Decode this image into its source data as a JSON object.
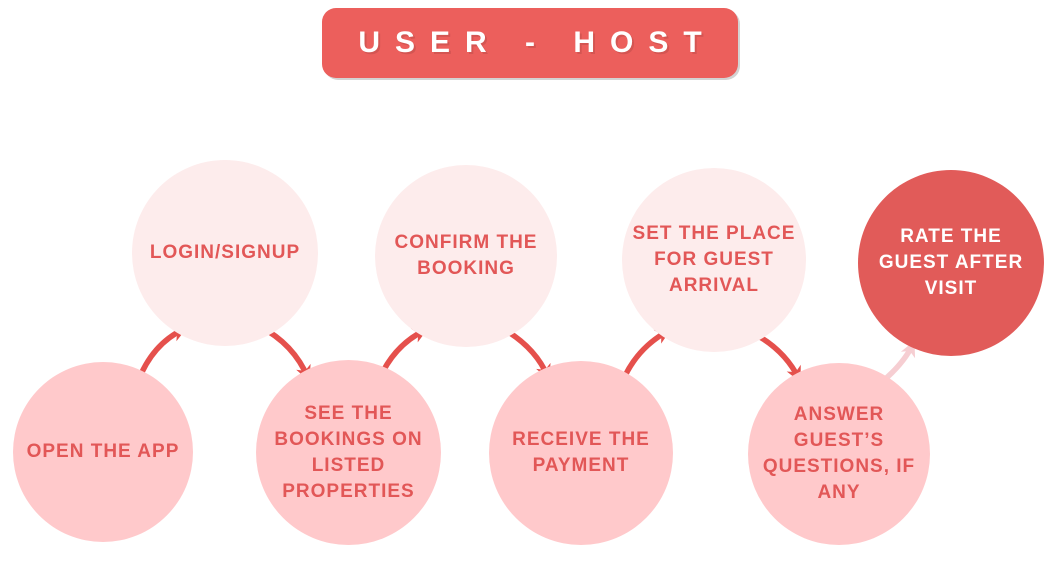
{
  "title": {
    "label": "USER - HOST"
  },
  "colors": {
    "banner_bg": "#ec5f5c",
    "circle_pink": "#ffc9cb",
    "circle_light_pink": "#fdecec",
    "circle_red": "#e15b59",
    "label_coral": "#e25757",
    "label_white": "#ffffff",
    "arrow_red": "#e5504c",
    "arrow_light_pink": "#f6ced2"
  },
  "nodes": [
    {
      "id": "open-the-app",
      "label": "OPEN THE APP",
      "variant": "pink"
    },
    {
      "id": "login-signup",
      "label": "LOGIN/SIGNUP",
      "variant": "lightpink"
    },
    {
      "id": "see-bookings",
      "label": "SEE THE\nBOOKINGS ON\nLISTED\nPROPERTIES",
      "variant": "pink"
    },
    {
      "id": "confirm-booking",
      "label": "CONFIRM THE\nBOOKING",
      "variant": "lightpink"
    },
    {
      "id": "receive-payment",
      "label": "RECEIVE THE\nPAYMENT",
      "variant": "pink"
    },
    {
      "id": "set-place",
      "label": "SET THE PLACE\nFOR GUEST\nARRIVAL",
      "variant": "lightpink"
    },
    {
      "id": "answer-questions",
      "label": "ANSWER GUEST’S\nQUESTIONS, IF\nANY",
      "variant": "pink"
    },
    {
      "id": "rate-guest",
      "label": "RATE THE\nGUEST AFTER\nVISIT",
      "variant": "red"
    }
  ]
}
